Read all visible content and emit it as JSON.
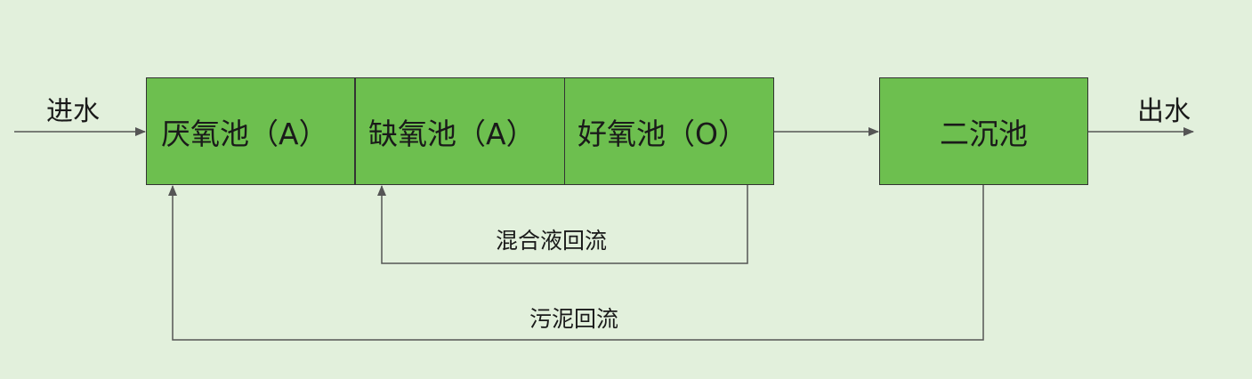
{
  "diagram": {
    "inflow_label": "进水",
    "outflow_label": "出水",
    "tanks": {
      "anaerobic": "厌氧池（A）",
      "anoxic": "缺氧池（A）",
      "aerobic": "好氧池（O）",
      "secondary_clarifier": "二沉池"
    },
    "flows": {
      "mixed_liquor_return": "混合液回流",
      "sludge_return": "污泥回流"
    },
    "colors": {
      "background": "#e2f0dc",
      "tank_fill": "#6dbf4f",
      "line": "#555555"
    }
  }
}
